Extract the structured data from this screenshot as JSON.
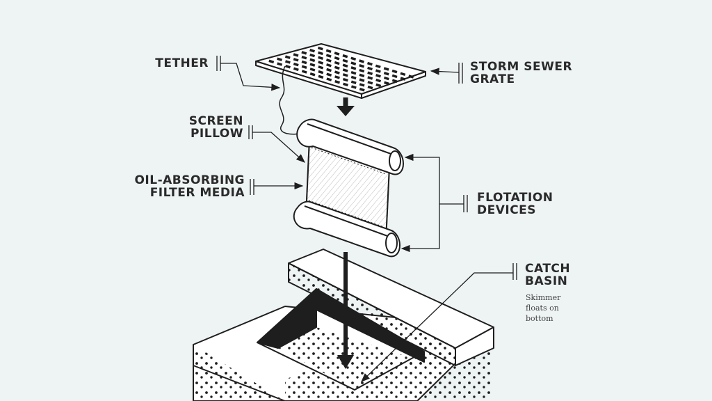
{
  "title": "Storm sewer catch basin oil skimmer diagram",
  "labels": {
    "tether": "TETHER",
    "grate": "STORM SEWER\nGRATE",
    "screen_pillow": "SCREEN\nPILLOW",
    "filter_media": "OIL-ABSORBING\nFILTER MEDIA",
    "flotation": "FLOTATION\nDEVICES",
    "catch_basin": "CATCH\nBASIN",
    "catch_basin_note": "Skimmer\nfloats on\nbottom"
  },
  "colors": {
    "background": "#eef3f4",
    "ink": "#1e1e1e"
  }
}
